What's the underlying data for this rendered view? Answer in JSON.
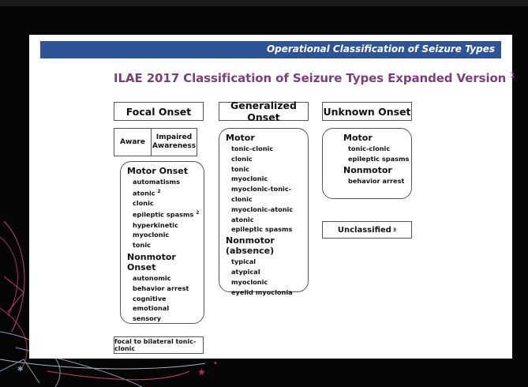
{
  "header": {
    "text": "Operational Classification of Seizure Types"
  },
  "title": {
    "text": "ILAE 2017 Classification of Seizure Types Expanded Version",
    "footnote": "1"
  },
  "focal": {
    "heading": "Focal Onset",
    "aware": "Aware",
    "impaired": "Impaired Awareness",
    "motor_heading": "Motor Onset",
    "motor_items": [
      {
        "text": "automatisms",
        "sup": ""
      },
      {
        "text": "atonic",
        "sup": "2"
      },
      {
        "text": "clonic",
        "sup": ""
      },
      {
        "text": "epileptic spasms",
        "sup": "2"
      },
      {
        "text": "hyperkinetic",
        "sup": ""
      },
      {
        "text": "myoclonic",
        "sup": ""
      },
      {
        "text": "tonic",
        "sup": ""
      }
    ],
    "nonmotor_heading": "Nonmotor Onset",
    "nonmotor_items": [
      "autonomic",
      "behavior arrest",
      "cognitive",
      "emotional",
      "sensory"
    ],
    "bilateral": "focal to bilateral tonic-clonic"
  },
  "generalized": {
    "heading": "Generalized Onset",
    "motor_heading": "Motor",
    "motor_items": [
      "tonic-clonic",
      "clonic",
      "tonic",
      "myoclonic",
      "myoclonic-tonic-clonic",
      "myoclonic-atonic",
      "atonic",
      "epileptic spasms"
    ],
    "nonmotor_heading": "Nonmotor (absence)",
    "nonmotor_items": [
      "typical",
      "atypical",
      "myoclonic",
      "eyelid myoclonia"
    ]
  },
  "unknown": {
    "heading": "Unknown Onset",
    "motor_heading": "Motor",
    "motor_items": [
      "tonic-clonic",
      "epileptic spasms"
    ],
    "nonmotor_heading": "Nonmotor",
    "nonmotor_items": [
      "behavior arrest"
    ],
    "unclassified": "Unclassified",
    "unclassified_sup": "3"
  },
  "colors": {
    "header_bar": "#2f5496",
    "title": "#7b3f7b",
    "swirl": "#b03060"
  }
}
